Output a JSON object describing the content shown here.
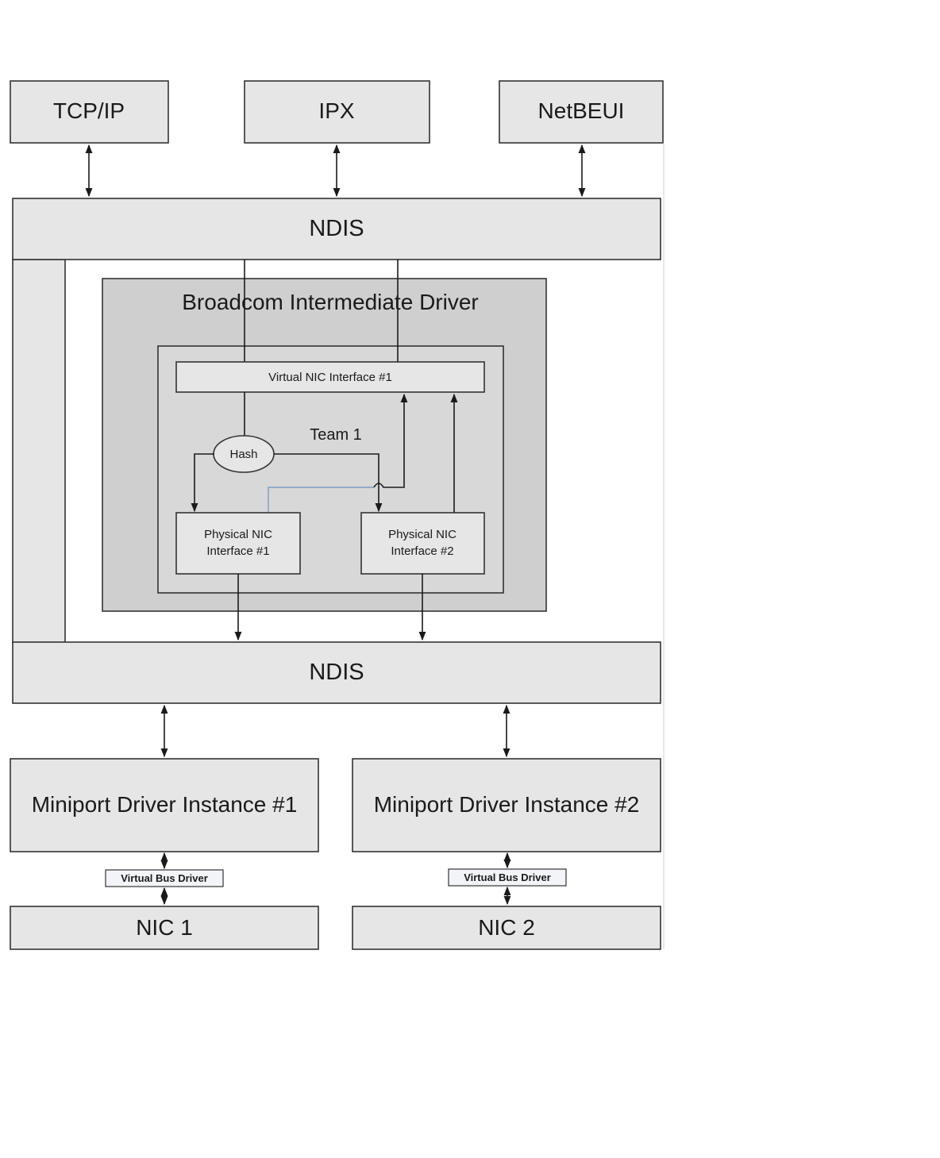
{
  "labels": {
    "tcpip": "TCP/IP",
    "ipx": "IPX",
    "netbeui": "NetBEUI",
    "ndis_top": "NDIS",
    "intermediate": "Broadcom Intermediate Driver",
    "virtual_nic": "Virtual NIC Interface #1",
    "team": "Team 1",
    "hash": "Hash",
    "phys1_line1": "Physical NIC",
    "phys1_line2": "Interface #1",
    "phys2_line1": "Physical NIC",
    "phys2_line2": "Interface #2",
    "ndis_bottom": "NDIS",
    "miniport1": "Miniport Driver Instance #1",
    "miniport2": "Miniport Driver Instance #2",
    "vbus1": "Virtual Bus Driver",
    "vbus2": "Virtual Bus Driver",
    "nic1": "NIC 1",
    "nic2": "NIC 2"
  },
  "colors": {
    "box_fill": "#e6e6e6",
    "driver_fill": "#cfcfcf",
    "team_fill": "#d8d8d8",
    "vbus_fill": "#f2f4f8",
    "line": "#1a1a1a",
    "accent_line": "#7a9cc6"
  }
}
